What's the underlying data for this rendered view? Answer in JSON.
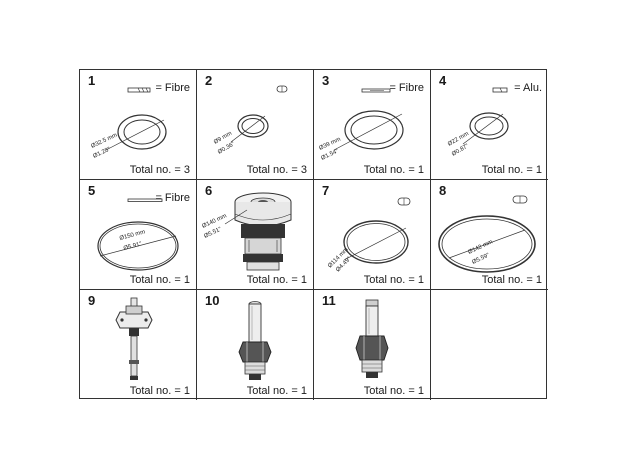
{
  "items": [
    {
      "number": "1",
      "material": "= Fibre",
      "total": "Total no. = 3",
      "dim_metric": "Ø32.5 mm",
      "dim_imperial": "Ø1.28\""
    },
    {
      "number": "2",
      "material": "",
      "total": "Total no. = 3",
      "dim_metric": "Ø9 mm",
      "dim_imperial": "Ø0.36\""
    },
    {
      "number": "3",
      "material": "= Fibre",
      "total": "Total no. = 1",
      "dim_metric": "Ø39 mm",
      "dim_imperial": "Ø1.54\""
    },
    {
      "number": "4",
      "material": "= Alu.",
      "total": "Total no. = 1",
      "dim_metric": "Ø22 mm",
      "dim_imperial": "Ø0.87\""
    },
    {
      "number": "5",
      "material": "= Fibre",
      "total": "Total no. = 1",
      "dim_metric": "Ø150 mm",
      "dim_imperial": "Ø5.91\""
    },
    {
      "number": "6",
      "material": "",
      "total": "Total no. = 1",
      "dim_metric": "Ø140 mm",
      "dim_imperial": "Ø5.51\""
    },
    {
      "number": "7",
      "material": "",
      "total": "Total no. = 1",
      "dim_metric": "Ø114 mm",
      "dim_imperial": "Ø4.49\""
    },
    {
      "number": "8",
      "material": "",
      "total": "Total no. = 1",
      "dim_metric": "Ø142 mm",
      "dim_imperial": "Ø5.59\""
    },
    {
      "number": "9",
      "material": "",
      "total": "Total no. = 1"
    },
    {
      "number": "10",
      "material": "",
      "total": "Total no. = 1"
    },
    {
      "number": "11",
      "material": "",
      "total": "Total no. = 1"
    }
  ],
  "colors": {
    "line": "#333333",
    "text": "#1a1a1a"
  }
}
